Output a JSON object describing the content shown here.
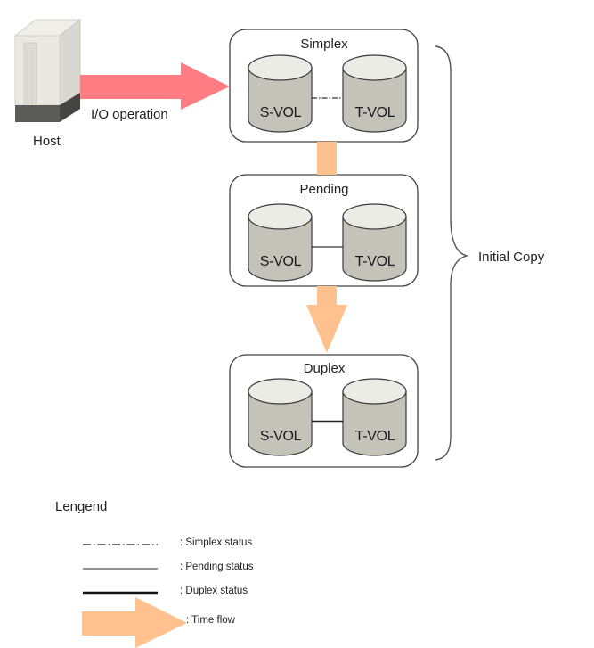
{
  "host": {
    "label": "Host",
    "icon": "server-tower-icon"
  },
  "io_arrow": {
    "label": "I/O operation",
    "color": "#ff7c82"
  },
  "states": [
    {
      "title": "Simplex",
      "source": "S-VOL",
      "target": "T-VOL",
      "link": "dash-dot"
    },
    {
      "title": "Pending",
      "source": "S-VOL",
      "target": "T-VOL",
      "link": "thin"
    },
    {
      "title": "Duplex",
      "source": "S-VOL",
      "target": "T-VOL",
      "link": "thick"
    }
  ],
  "bracket": {
    "label": "Initial Copy"
  },
  "legend": {
    "title": "Lengend",
    "items": [
      {
        "line": "dash-dot",
        "label": ": Simplex status"
      },
      {
        "line": "thin",
        "label": ": Pending status"
      },
      {
        "line": "thick",
        "label": ": Duplex status"
      },
      {
        "line": "arrow",
        "label": ": Time flow"
      }
    ]
  },
  "colors": {
    "time_flow": "#ffc28e",
    "volume_body": "#c4c3b9",
    "volume_top": "#ecece6",
    "box_border": "#444444"
  }
}
